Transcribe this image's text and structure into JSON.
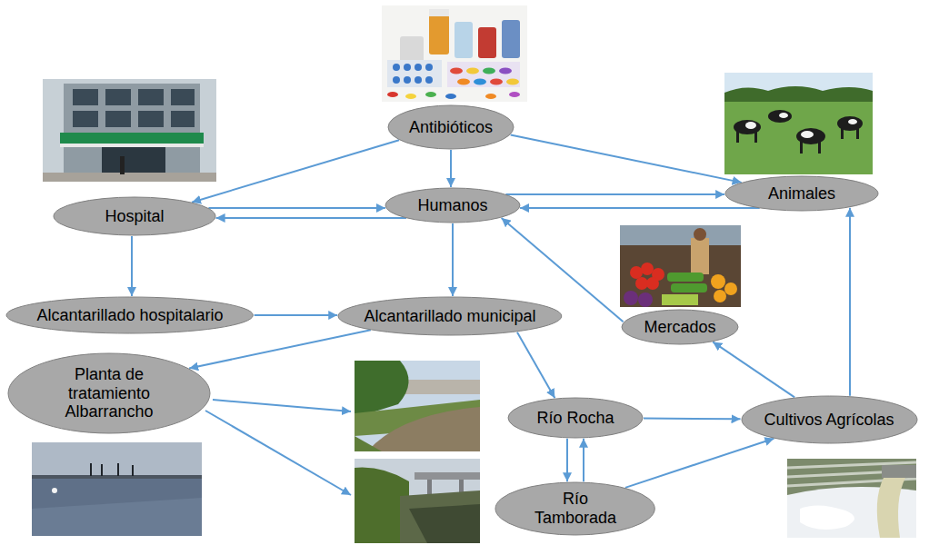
{
  "diagram": {
    "nodes": [
      {
        "text": [
          "Antibióticos"
        ]
      },
      {
        "text": [
          "Hospital"
        ]
      },
      {
        "text": [
          "Humanos"
        ]
      },
      {
        "text": [
          "Animales"
        ]
      },
      {
        "text": [
          "Alcantarillado hospitalario"
        ]
      },
      {
        "text": [
          "Alcantarillado municipal"
        ]
      },
      {
        "text": [
          "Mercados"
        ]
      },
      {
        "text": [
          "Planta de tratamiento Albarrancho"
        ]
      },
      {
        "text": [
          "Río Rocha"
        ]
      },
      {
        "text": [
          "Cultivos Agrícolas"
        ]
      },
      {
        "text": [
          "Río Tamborada"
        ]
      }
    ],
    "edges": [
      {
        "from": 0,
        "to": 1,
        "arrow": "to"
      },
      {
        "from": 0,
        "to": 2,
        "arrow": "to"
      },
      {
        "from": 0,
        "to": 3,
        "arrow": "to"
      },
      {
        "from": 1,
        "to": 2,
        "arrow": "to"
      },
      {
        "from": 2,
        "to": 1,
        "arrow": "to"
      },
      {
        "from": 2,
        "to": 3,
        "arrow": "to"
      },
      {
        "from": 3,
        "to": 2,
        "arrow": "to"
      },
      {
        "from": 1,
        "to": 4,
        "arrow": "to"
      },
      {
        "from": 2,
        "to": 5,
        "arrow": "to"
      },
      {
        "from": 4,
        "to": 5,
        "arrow": "to"
      },
      {
        "from": 5,
        "to": 7,
        "arrow": "to"
      },
      {
        "from": 5,
        "to": 8,
        "arrow": "to"
      },
      {
        "from": 8,
        "to": 10,
        "arrow": "to"
      },
      {
        "from": 10,
        "to": 8,
        "arrow": "to"
      },
      {
        "from": 8,
        "to": 9,
        "arrow": "to"
      },
      {
        "from": 10,
        "to": 9,
        "arrow": "to"
      },
      {
        "from": 9,
        "to": 6,
        "arrow": "to"
      },
      {
        "from": 9,
        "to": 3,
        "arrow": "to"
      },
      {
        "from": 6,
        "to": 2,
        "arrow": "to"
      }
    ]
  }
}
